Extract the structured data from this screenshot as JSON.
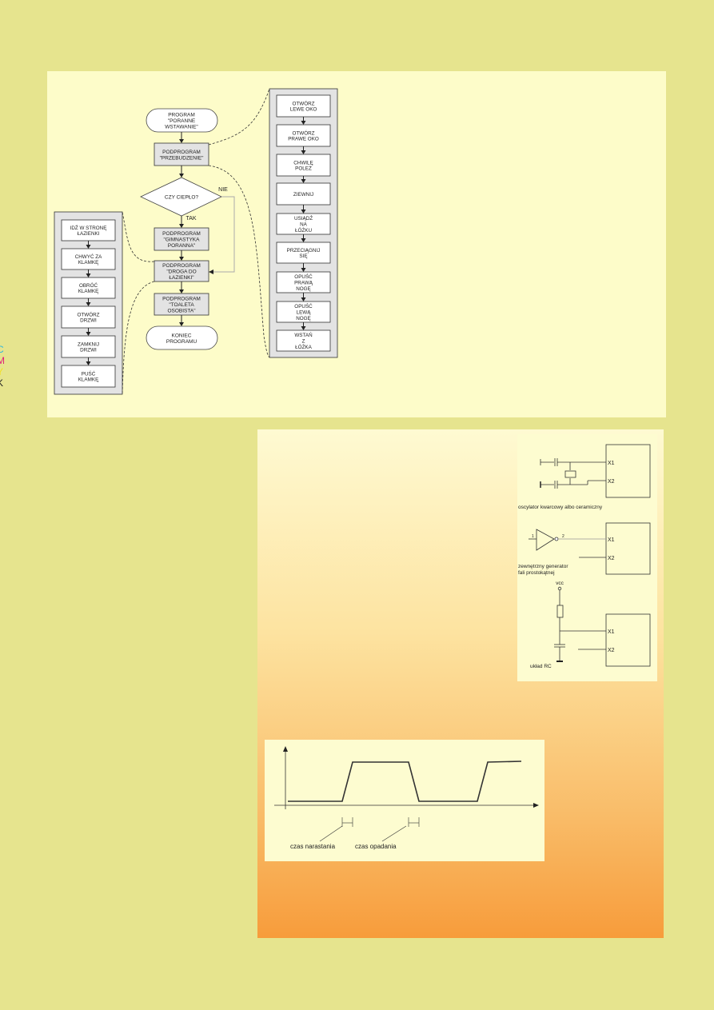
{
  "registration_marks": [
    {
      "letter": "C",
      "color": "#2bb6e0"
    },
    {
      "letter": "M",
      "color": "#e0207a"
    },
    {
      "letter": "Y",
      "color": "#f2e020"
    },
    {
      "letter": "K",
      "color": "#222222"
    }
  ],
  "flowchart": {
    "main": [
      {
        "kind": "terminal",
        "lines": [
          "PROGRAM",
          "\"PORANNE",
          "WSTAWANIE\""
        ]
      },
      {
        "kind": "subprogram",
        "lines": [
          "PODPROGRAM",
          "\"PRZEBUDZENIE\""
        ]
      },
      {
        "kind": "decision",
        "lines": [
          "CZY CIEPŁO?"
        ]
      },
      {
        "kind": "subprogram",
        "lines": [
          "PODPROGRAM",
          "\"GIMNASTYKA",
          "PORANNA\""
        ]
      },
      {
        "kind": "subprogram",
        "lines": [
          "PODPROGRAM",
          "\"DROGA DO",
          "ŁAZIENKI\""
        ]
      },
      {
        "kind": "subprogram",
        "lines": [
          "PODPROGRAM",
          "\"TOALETA",
          "OSOBISTA\""
        ]
      },
      {
        "kind": "terminal",
        "lines": [
          "KONIEC",
          "PROGRAMU"
        ]
      }
    ],
    "yes_label": "TAK",
    "no_label": "NIE",
    "przebudzenie_steps": [
      [
        "OTWÓRZ",
        "LEWE OKO"
      ],
      [
        "OTWÓRZ",
        "PRAWE OKO"
      ],
      [
        "CHWILĘ",
        "POLEŻ"
      ],
      [
        "ZIEWNIJ"
      ],
      [
        "USIĄDŹ",
        "NA",
        "ŁÓŻKU"
      ],
      [
        "PRZECIĄGNIJ",
        "SIĘ"
      ],
      [
        "OPUŚĆ",
        "PRAWĄ",
        "NOGĘ"
      ],
      [
        "OPUŚĆ",
        "LEWĄ",
        "NOGĘ"
      ],
      [
        "WSTAŃ",
        "Z",
        "ŁÓŻKA"
      ]
    ],
    "droga_steps": [
      [
        "IDŹ W STRONĘ",
        "ŁAZIENKI"
      ],
      [
        "CHWYĆ ZA",
        "KLAMKĘ"
      ],
      [
        "OBRÓĆ",
        "KLAMKĘ"
      ],
      [
        "OTWÓRZ",
        "DRZWI"
      ],
      [
        "ZAMKNIJ",
        "DRZWI"
      ],
      [
        "PUŚĆ",
        "KLAMKĘ"
      ]
    ]
  },
  "circuits": {
    "pin_x1": "X1",
    "pin_x2": "X2",
    "crystal_caption": "oscylator kwarcowy albo ceramiczny",
    "generator_caption_1": "zewnętrzny generator",
    "generator_caption_2": "fali prostokątnej",
    "inverter_pin_in": "1",
    "inverter_pin_out": "2",
    "vcc_label": "vcc",
    "rc_caption": "układ RC"
  },
  "waveform": {
    "rise_label": "czas narastania",
    "fall_label": "czas opadania"
  },
  "colors": {
    "page": "#e6e48e",
    "panel": "#fdfcc9",
    "box_gray": "#e3e3e3",
    "gradient_bottom": "#f79c3b"
  }
}
